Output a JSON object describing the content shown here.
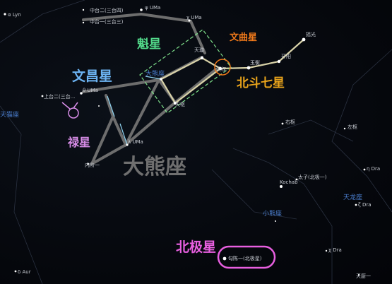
{
  "labels": {
    "alpha_lyn": "α Lyn",
    "zhongtai_er": "中台二(三台四)",
    "zhongtai_yi": "中台一(三台三)",
    "psi_uma": "ψ UMa",
    "chi_uma": "χ UMa",
    "tianxuan": "天璇",
    "tianquan": "天权",
    "yuheng": "玉衡",
    "kaiyang": "开阳",
    "yaoguang": "摇光",
    "tianshu": "天枢",
    "shangtai": "上台二(三台...",
    "theta_uma": "θ UMa",
    "tianmao": "天猫座",
    "lambda_uma": "λ UMa",
    "neijie": "内阶一",
    "youshu": "右枢",
    "zuoshu": "左枢",
    "eta_dra": "η Dra",
    "kochab": "Kochab",
    "taizi": "太子(北极一)",
    "xiaoxiong": "小熊座",
    "tianlong": "天龙座",
    "zeta_dra": "ζ Dra",
    "chi_dra": "χ Dra",
    "delta_aur": "δ Aur",
    "polaris": "勾陈一(北极星)",
    "tianchuan": "天厨一",
    "daxiong_small": "大熊座"
  },
  "notes": {
    "wenquxing": "文曲星",
    "kuixing": "魁星",
    "wenchangxing": "文昌星",
    "beidou": "北斗七星",
    "luxing": "禄星",
    "daxiongzuo": "大熊座",
    "beijixing": "北极星"
  },
  "colors": {
    "asterism": "#d8d2a8",
    "constellation": "#7f7f7f",
    "box": "#7ee08a",
    "wenqu": "#f27a1a",
    "beidou": "#e8a31b",
    "kui": "#52d98a",
    "wenchang": "#6cb3f2",
    "lu": "#d88de8",
    "beiji": "#e85fe0",
    "daxiong": "#6f6f6f"
  }
}
